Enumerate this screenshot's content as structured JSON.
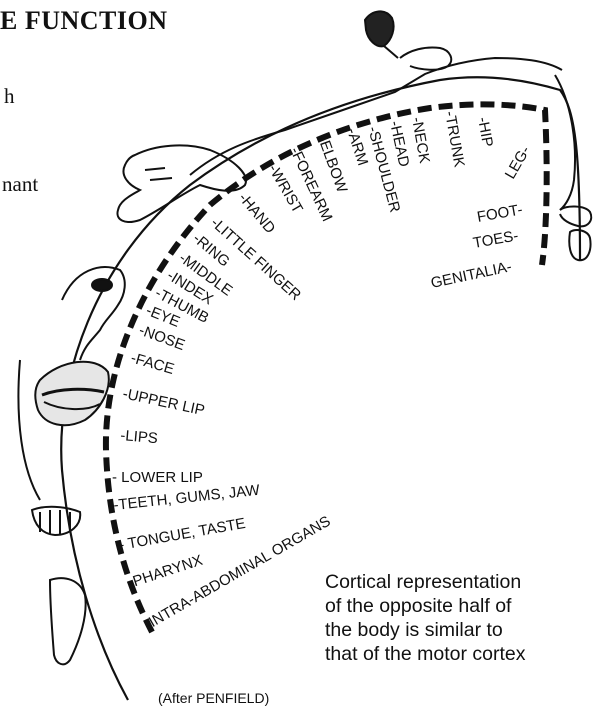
{
  "heading": "E FUNCTION",
  "left_fragments": [
    "h",
    "nant"
  ],
  "labels": {
    "genitalia": "GENITALIA-",
    "toes": "TOES-",
    "foot": "FOOT-",
    "leg": "LEG-",
    "hip": "-HIP",
    "trunk": "-TRUNK",
    "neck": "-NECK",
    "head": "-HEAD",
    "shoulder": "-SHOULDER",
    "arm": "-ARM",
    "elbow": "-ELBOW",
    "forearm": "-FOREARM",
    "wrist": "-WRIST",
    "hand": "-HAND",
    "little_finger": "-LITTLE FINGER",
    "ring": "-RING",
    "middle": "-MIDDLE",
    "index": "-INDEX",
    "thumb": "-THUMB",
    "eye": "-EYE",
    "nose": "-NOSE",
    "face": "-FACE",
    "upper_lip": "-UPPER LIP",
    "lips": "-LIPS",
    "lower_lip": "- LOWER LIP",
    "teeth": "-TEETH, GUMS, JAW",
    "tongue": "- TONGUE, TASTE",
    "pharynx": "-PHARYNX",
    "intra": "-INTRA-ABDOMINAL ORGANS"
  },
  "caption": [
    "Cortical representation",
    "of the opposite half of",
    "the body is similar to",
    "that of the motor cortex"
  ],
  "credit": "(After PENFIELD)"
}
